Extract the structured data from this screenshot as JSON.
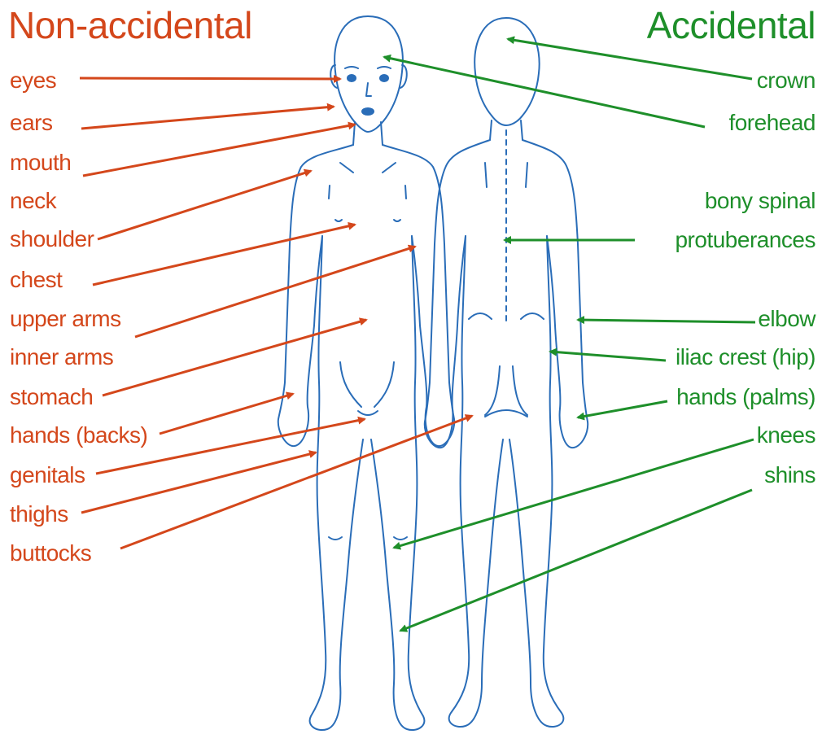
{
  "colors": {
    "non_accidental": "#d4471b",
    "accidental": "#1e8f2a",
    "body_outline": "#2a6db8"
  },
  "headings": {
    "non_accidental": "Non-accidental",
    "accidental": "Accidental"
  },
  "non_accidental_sites": [
    "eyes",
    "ears",
    "mouth",
    "neck",
    "shoulder",
    "chest",
    "upper arms",
    "inner arms",
    "stomach",
    "hands (backs)",
    "genitals",
    "thighs",
    "buttocks"
  ],
  "accidental_sites": [
    "crown",
    "forehead",
    "bony spinal",
    "protuberances",
    "elbow",
    "iliac crest (hip)",
    "hands (palms)",
    "knees",
    "shins"
  ],
  "figures": {
    "front_icon": "front-body-outline-icon",
    "back_icon": "back-body-outline-icon"
  }
}
